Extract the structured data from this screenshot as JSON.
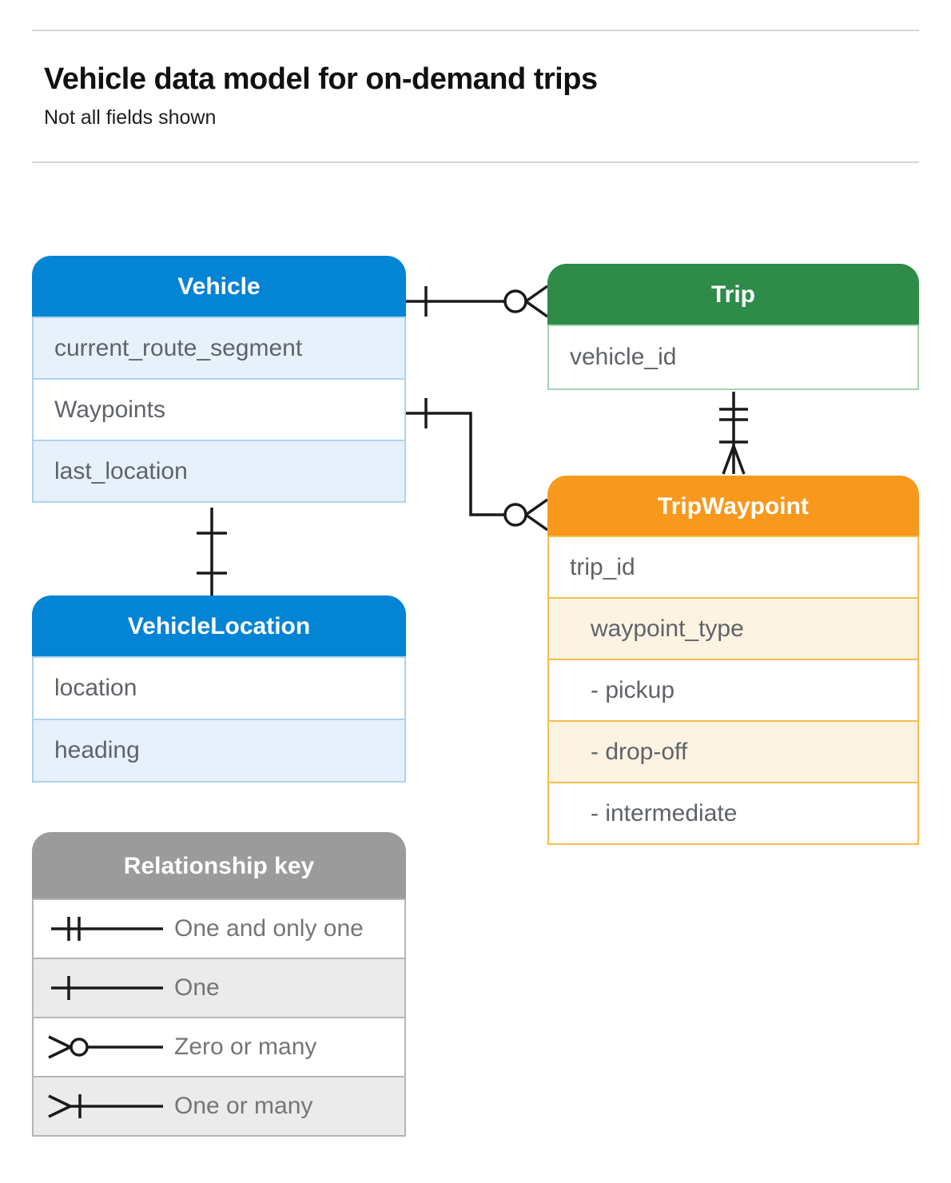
{
  "page": {
    "title": "Vehicle data model for on-demand trips",
    "subtitle": "Not all fields shown"
  },
  "entities": {
    "vehicle": {
      "title": "Vehicle",
      "fields": [
        "current_route_segment",
        "Waypoints",
        "last_location"
      ]
    },
    "trip": {
      "title": "Trip",
      "fields": [
        "vehicle_id"
      ]
    },
    "trip_waypoint": {
      "title": "TripWaypoint",
      "fields": [
        "trip_id",
        "waypoint_type",
        "- pickup",
        "- drop-off",
        "- intermediate"
      ]
    },
    "vehicle_location": {
      "title": "VehicleLocation",
      "fields": [
        "location",
        "heading"
      ]
    }
  },
  "legend": {
    "title": "Relationship key",
    "items": [
      {
        "symbol": "one-and-only-one",
        "label": "One and only one"
      },
      {
        "symbol": "one",
        "label": "One"
      },
      {
        "symbol": "zero-or-many",
        "label": "Zero or many"
      },
      {
        "symbol": "one-or-many",
        "label": "One or many"
      }
    ]
  },
  "relationships": [
    {
      "from": "Vehicle",
      "to": "Trip",
      "from_end": "one",
      "to_end": "zero-or-many"
    },
    {
      "from": "Vehicle.Waypoints",
      "to": "TripWaypoint",
      "from_end": "one",
      "to_end": "zero-or-many"
    },
    {
      "from": "Trip",
      "to": "TripWaypoint",
      "from_end": "one-and-only-one",
      "to_end": "one-or-many"
    },
    {
      "from": "Vehicle",
      "to": "VehicleLocation",
      "from_end": "one",
      "to_end": "one"
    }
  ],
  "colors": {
    "blue": "#0484d4",
    "blue_light": "#e7f1fc",
    "green": "#2e8b48",
    "green_light": "#e8f3ea",
    "orange": "#f8981d",
    "orange_light": "#fdf3e3",
    "gray": "#9b9b9b",
    "gray_light": "#ebebeb",
    "connector": "#1a1a1a",
    "field_text": "#5f6368"
  }
}
